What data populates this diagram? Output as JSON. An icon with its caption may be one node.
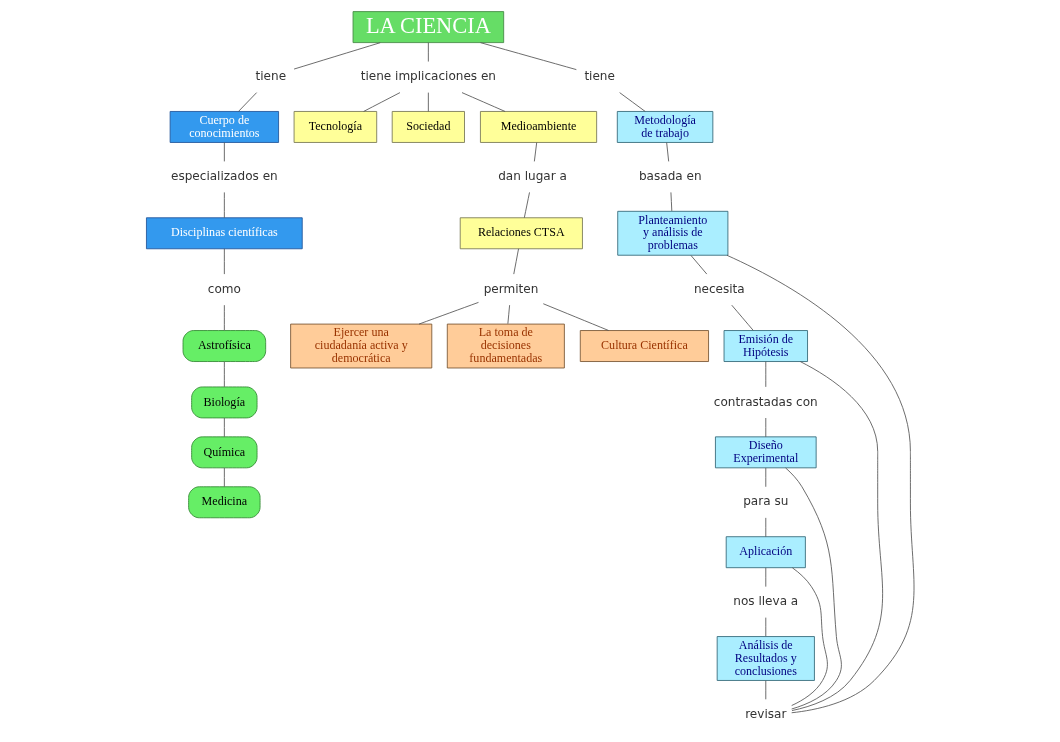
{
  "diagram": {
    "nodes": [
      {
        "text": [
          "LA CIENCIA"
        ]
      },
      {
        "text": [
          "tiene"
        ]
      },
      {
        "text": [
          "Cuerpo de conocimientos"
        ]
      },
      {
        "text": [
          "especializados en"
        ]
      },
      {
        "text": [
          "Disciplinas científicas"
        ]
      },
      {
        "text": [
          "como"
        ]
      },
      {
        "text": [
          "Astrofísica"
        ]
      },
      {
        "text": [
          "Biología"
        ]
      },
      {
        "text": [
          "Química"
        ]
      },
      {
        "text": [
          "Medicina"
        ]
      },
      {
        "text": [
          "tiene implicaciones en"
        ]
      },
      {
        "text": [
          "Tecnología"
        ]
      },
      {
        "text": [
          "Sociedad"
        ]
      },
      {
        "text": [
          "Medioambiente"
        ]
      },
      {
        "text": [
          "dan lugar a"
        ]
      },
      {
        "text": [
          "Relaciones CTSA"
        ]
      },
      {
        "text": [
          "permiten"
        ]
      },
      {
        "text": [
          "Ejercer una ciudadanía activa y democrática"
        ]
      },
      {
        "text": [
          "La toma de decisiones fundamentadas"
        ]
      },
      {
        "text": [
          "Cultura Científica"
        ]
      },
      {
        "text": [
          "tiene"
        ]
      },
      {
        "text": [
          "Metodología de trabajo"
        ]
      },
      {
        "text": [
          "basada en"
        ]
      },
      {
        "text": [
          "Planteamiento y análisis de problemas"
        ]
      },
      {
        "text": [
          "necesita"
        ]
      },
      {
        "text": [
          "Emisión de Hipótesis"
        ]
      },
      {
        "text": [
          "contrastadas con"
        ]
      },
      {
        "text": [
          "Diseño Experimental"
        ]
      },
      {
        "text": [
          "para su"
        ]
      },
      {
        "text": [
          "Aplicación"
        ]
      },
      {
        "text": [
          "nos lleva a"
        ]
      },
      {
        "text": [
          "Análisis de Resultados y conclusiones"
        ]
      },
      {
        "text": [
          "revisar"
        ]
      }
    ],
    "edges": [
      {
        "from": 0,
        "to": 1,
        "arrow": "none"
      },
      {
        "from": 1,
        "to": 2,
        "arrow": "none"
      },
      {
        "from": 2,
        "to": 3,
        "arrow": "none"
      },
      {
        "from": 3,
        "to": 4,
        "arrow": "none"
      },
      {
        "from": 4,
        "to": 5,
        "arrow": "none"
      },
      {
        "from": 5,
        "to": 6,
        "arrow": "none"
      },
      {
        "from": 6,
        "to": 7,
        "arrow": "none"
      },
      {
        "from": 7,
        "to": 8,
        "arrow": "none"
      },
      {
        "from": 8,
        "to": 9,
        "arrow": "none"
      },
      {
        "from": 0,
        "to": 10,
        "arrow": "none"
      },
      {
        "from": 10,
        "to": 11,
        "arrow": "none"
      },
      {
        "from": 10,
        "to": 12,
        "arrow": "none"
      },
      {
        "from": 10,
        "to": 13,
        "arrow": "none"
      },
      {
        "from": 13,
        "to": 14,
        "arrow": "none"
      },
      {
        "from": 14,
        "to": 15,
        "arrow": "none"
      },
      {
        "from": 15,
        "to": 16,
        "arrow": "none"
      },
      {
        "from": 16,
        "to": 17,
        "arrow": "none"
      },
      {
        "from": 16,
        "to": 18,
        "arrow": "none"
      },
      {
        "from": 16,
        "to": 19,
        "arrow": "none"
      },
      {
        "from": 0,
        "to": 20,
        "arrow": "none"
      },
      {
        "from": 20,
        "to": 21,
        "arrow": "none"
      },
      {
        "from": 21,
        "to": 22,
        "arrow": "none"
      },
      {
        "from": 22,
        "to": 23,
        "arrow": "none"
      },
      {
        "from": 23,
        "to": 24,
        "arrow": "none"
      },
      {
        "from": 24,
        "to": 25,
        "arrow": "none"
      },
      {
        "from": 25,
        "to": 26,
        "arrow": "none"
      },
      {
        "from": 26,
        "to": 27,
        "arrow": "none"
      },
      {
        "from": 27,
        "to": 28,
        "arrow": "none"
      },
      {
        "from": 28,
        "to": 29,
        "arrow": "none"
      },
      {
        "from": 29,
        "to": 30,
        "arrow": "none"
      },
      {
        "from": 30,
        "to": 31,
        "arrow": "none"
      },
      {
        "from": 31,
        "to": 32,
        "arrow": "none"
      },
      {
        "from": 32,
        "to": 23,
        "arrow": "none"
      },
      {
        "from": 32,
        "to": 25,
        "arrow": "none"
      },
      {
        "from": 32,
        "to": 27,
        "arrow": "none"
      },
      {
        "from": 32,
        "to": 29,
        "arrow": "none"
      }
    ]
  }
}
